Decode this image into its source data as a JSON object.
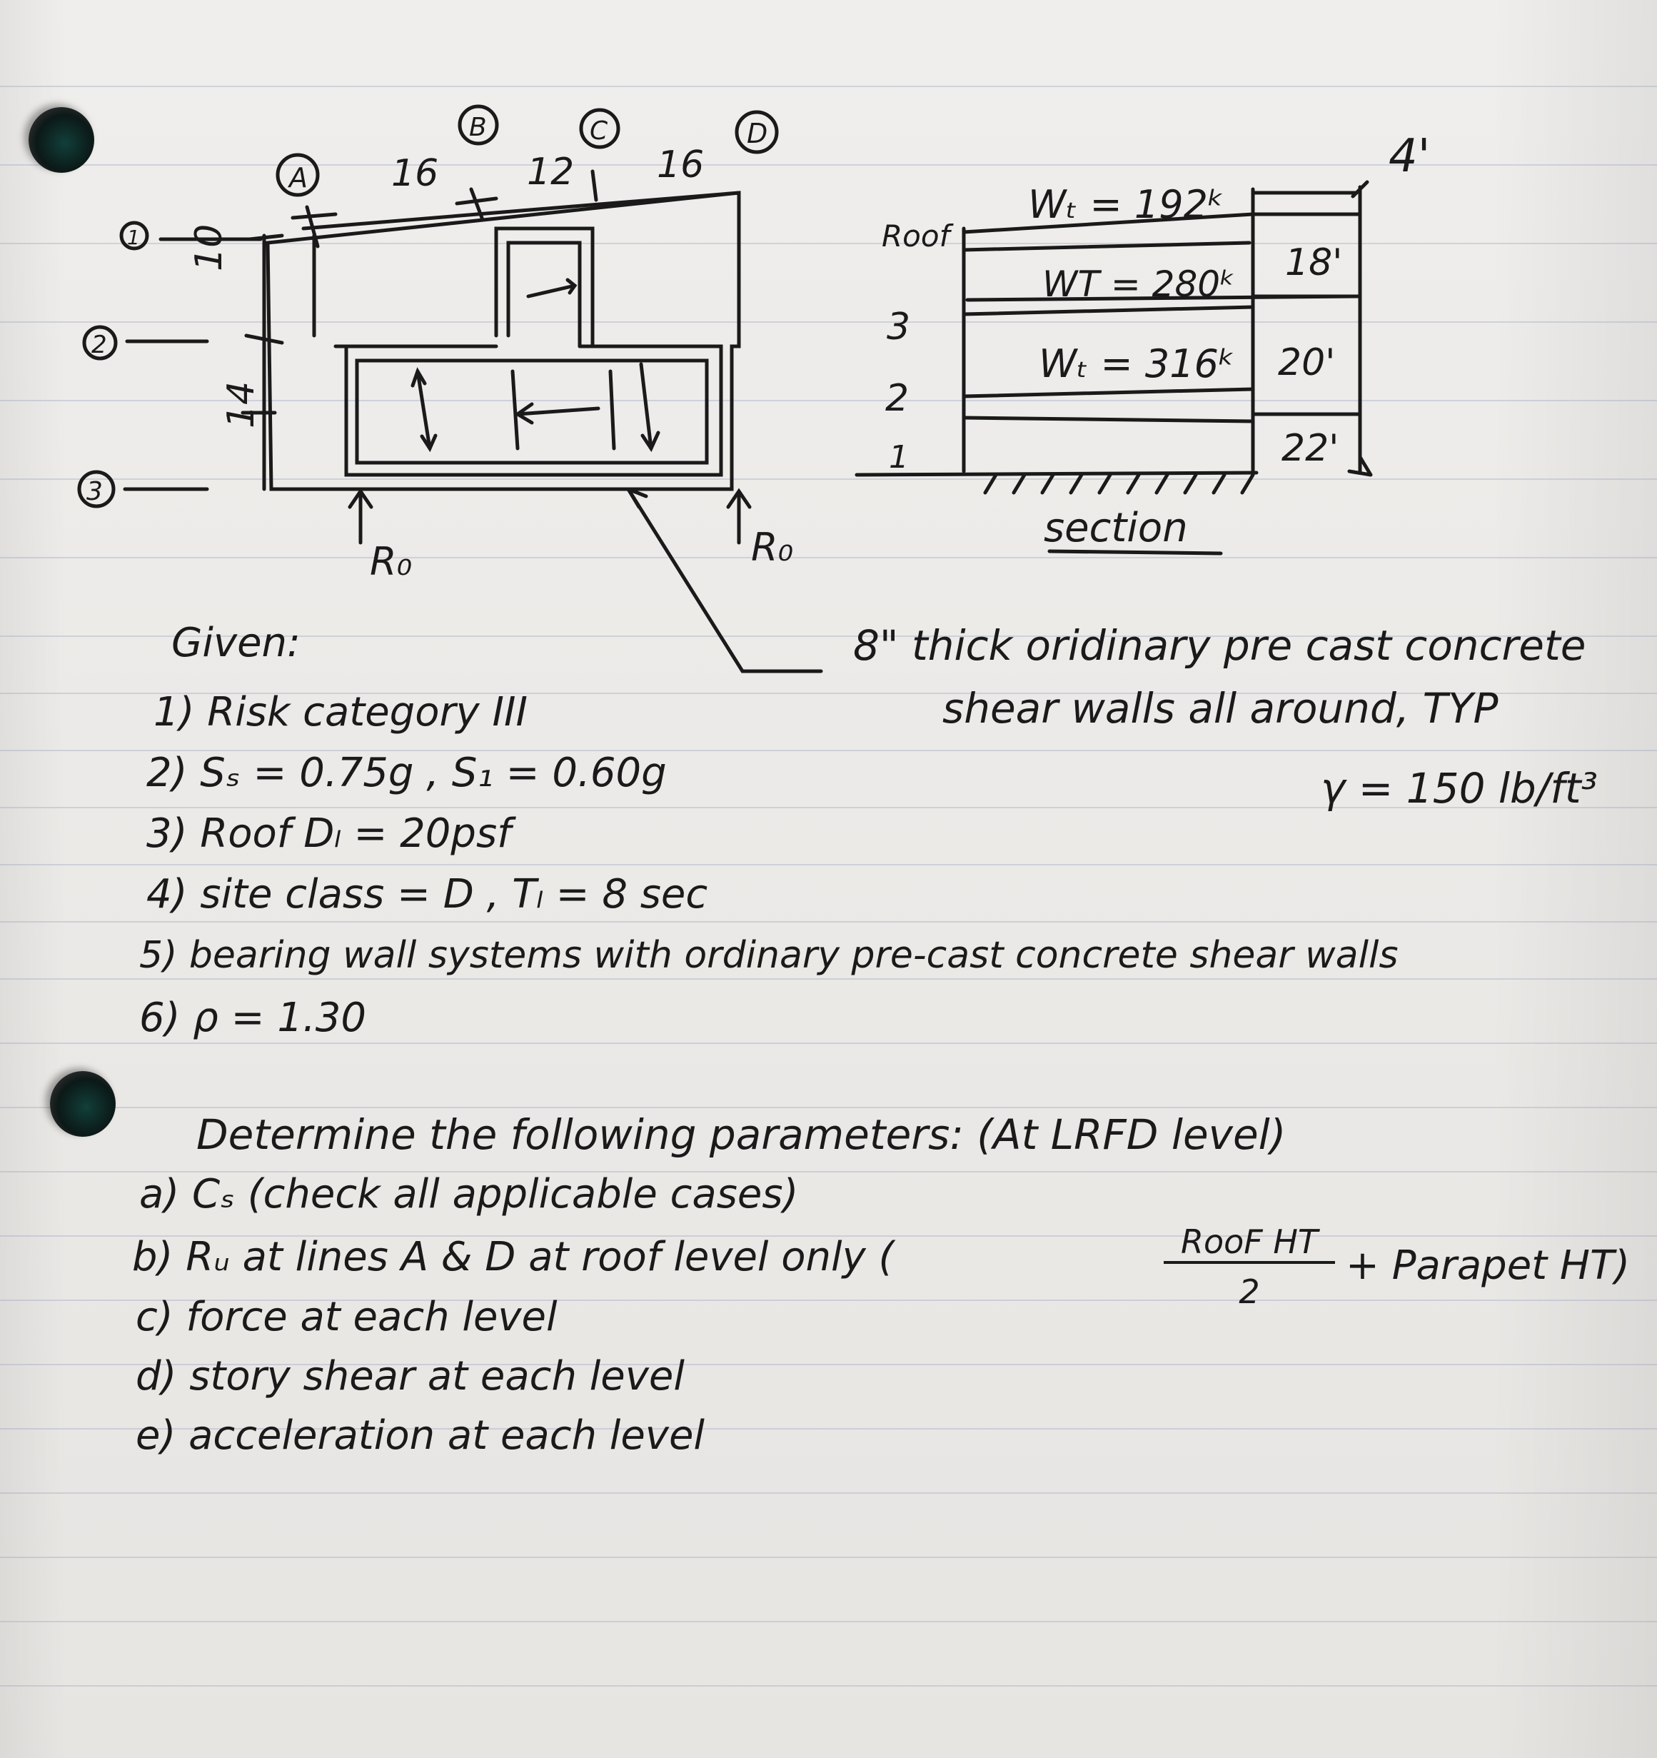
{
  "plan": {
    "grid_cols": [
      "A",
      "B",
      "C",
      "D"
    ],
    "grid_rows": [
      "1",
      "2",
      "3"
    ],
    "dims_top": [
      "16",
      "12",
      "16"
    ],
    "dims_left": [
      "10",
      "14"
    ],
    "support_left": "R₀",
    "support_right": "R₀"
  },
  "section": {
    "levels": [
      "Roof",
      "3",
      "2",
      "1"
    ],
    "weights": [
      "Wₜ = 192ᵏ",
      "WT = 280ᵏ",
      "Wₜ = 316ᵏ"
    ],
    "heights": [
      "4'",
      "18'",
      "20'",
      "22'"
    ],
    "label": "section"
  },
  "note": {
    "line1": "8\" thick oridinary pre cast concrete",
    "line2": "shear walls all around, TYP",
    "gamma": "γ = 150 lb/ft³"
  },
  "given": {
    "heading": "Given:",
    "items": [
      "1) Risk category III",
      "2) Sₛ = 0.75g , S₁ = 0.60g",
      "3) Roof Dₗ = 20psf",
      "4) site class = D , Tₗ = 8 sec",
      "5) bearing wall systems with ordinary pre-cast concrete shear walls",
      "6) ρ = 1.30"
    ]
  },
  "determine": {
    "heading": "Determine the following parameters: (At LRFD level)",
    "items": [
      "a) Cₛ (check all applicable cases)",
      "b) Rᵤ at lines A & D at roof level only (",
      "c) force at each level",
      "d) story shear at each level",
      "e) acceleration at each level"
    ],
    "fraction_num": "RooF HT",
    "fraction_den": "2",
    "fraction_tail": "+ Parapet HT)"
  },
  "colors": {
    "ink": "#1a1a1a",
    "paper": "#ebe9e6",
    "rule": "#9aa0be",
    "hole": "#0b1917"
  }
}
